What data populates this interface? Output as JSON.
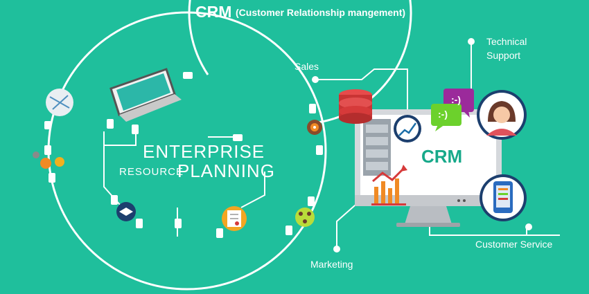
{
  "header": {
    "title": "CRM",
    "subtitle": "(Customer Relationship mangement)"
  },
  "erp": {
    "line1": "ENTERPRISE",
    "line2": "RESOURCE",
    "line3": "PLANNING"
  },
  "crm_labels": {
    "sales": "Sales",
    "technical_support_1": "Technical",
    "technical_support_2": "Support",
    "customer_service": "Customer Service",
    "marketing": "Marketing",
    "monitor_text": "CRM"
  },
  "bubbles": {
    "chat_a": ":-)",
    "chat_b": ":-)"
  },
  "colors": {
    "background": "#1fbf9c",
    "accent_red": "#d63a3a",
    "accent_orange": "#f08a24",
    "accent_purple": "#9b2a9b",
    "accent_green": "#6cd12c",
    "monitor_screen": "#ffffff"
  }
}
